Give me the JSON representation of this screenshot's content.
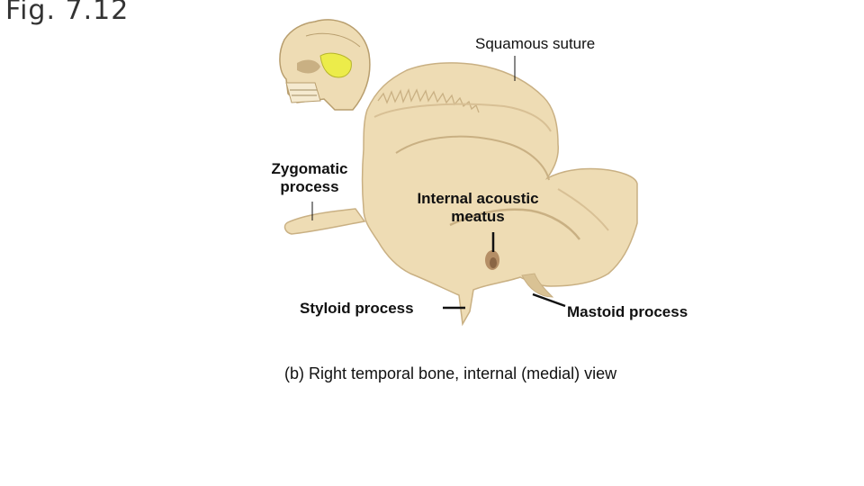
{
  "figure": {
    "title": "Fig. 7.12",
    "caption": "(b) Right temporal bone, internal (medial) view"
  },
  "labels": {
    "squamous_suture": "Squamous suture",
    "zygomatic_line1": "Zygomatic",
    "zygomatic_line2": "process",
    "acoustic_line1": "Internal acoustic",
    "acoustic_line2": "meatus",
    "styloid_process": "Styloid process",
    "mastoid_process": "Mastoid process"
  },
  "colors": {
    "bone": "#eedcb4",
    "bone_shadow": "#c9b083",
    "highlight": "#ecec4a",
    "leader": "#111111"
  }
}
